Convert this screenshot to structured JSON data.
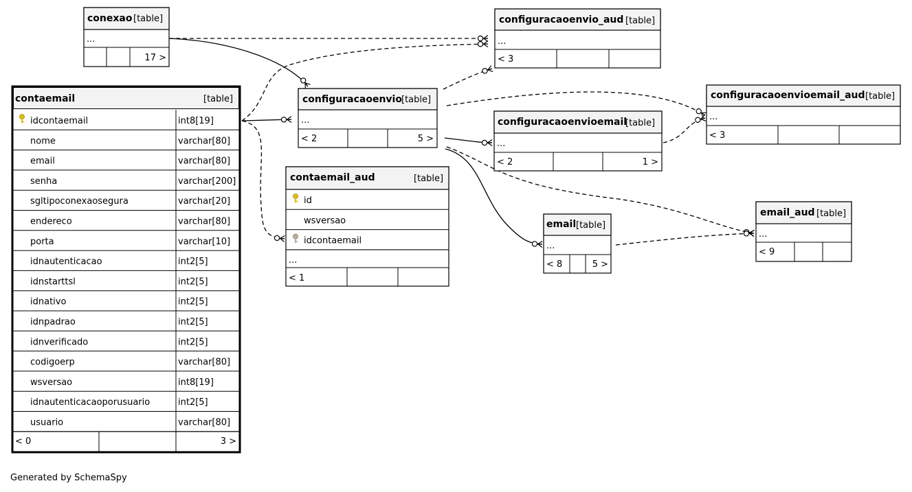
{
  "footer": "Generated by SchemaSpy",
  "tables": {
    "conexao": {
      "name": "conexao",
      "tag": "[table]",
      "ellipsis": "...",
      "counts": [
        "",
        "",
        "17 >"
      ]
    },
    "configuracaoenvio_aud": {
      "name": "configuracaoenvio_aud",
      "tag": "[table]",
      "ellipsis": "...",
      "counts": [
        "< 3",
        "",
        ""
      ]
    },
    "contaemail": {
      "name": "contaemail",
      "tag": "[table]",
      "columns": [
        {
          "name": "idcontaemail",
          "type": "int8[19]",
          "key": "primary"
        },
        {
          "name": "nome",
          "type": "varchar[80]"
        },
        {
          "name": "email",
          "type": "varchar[80]"
        },
        {
          "name": "senha",
          "type": "varchar[200]"
        },
        {
          "name": "sgltipoconexaosegura",
          "type": "varchar[20]"
        },
        {
          "name": "endereco",
          "type": "varchar[80]"
        },
        {
          "name": "porta",
          "type": "varchar[10]"
        },
        {
          "name": "idnautenticacao",
          "type": "int2[5]"
        },
        {
          "name": "idnstarttsl",
          "type": "int2[5]"
        },
        {
          "name": "idnativo",
          "type": "int2[5]"
        },
        {
          "name": "idnpadrao",
          "type": "int2[5]"
        },
        {
          "name": "idnverificado",
          "type": "int2[5]"
        },
        {
          "name": "codigoerp",
          "type": "varchar[80]"
        },
        {
          "name": "wsversao",
          "type": "int8[19]"
        },
        {
          "name": "idnautenticacaoporusuario",
          "type": "int2[5]"
        },
        {
          "name": "usuario",
          "type": "varchar[80]"
        }
      ],
      "counts": [
        "< 0",
        "",
        "3 >"
      ]
    },
    "configuracaoenvio": {
      "name": "configuracaoenvio",
      "tag": "[table]",
      "ellipsis": "...",
      "counts": [
        "< 2",
        "",
        "5 >"
      ]
    },
    "configuracaoenvioemail_aud": {
      "name": "configuracaoenvioemail_aud",
      "tag": "[table]",
      "ellipsis": "...",
      "counts": [
        "< 3",
        "",
        ""
      ]
    },
    "configuracaoenvioemail": {
      "name": "configuracaoenvioemail",
      "tag": "[table]",
      "ellipsis": "...",
      "counts": [
        "< 2",
        "",
        "1 >"
      ]
    },
    "contaemail_aud": {
      "name": "contaemail_aud",
      "tag": "[table]",
      "columns": [
        {
          "name": "id",
          "key": "primary"
        },
        {
          "name": "wsversao"
        },
        {
          "name": "idcontaemail",
          "key": "foreign"
        }
      ],
      "ellipsis": "...",
      "counts": [
        "< 1",
        "",
        ""
      ]
    },
    "email": {
      "name": "email",
      "tag": "[table]",
      "ellipsis": "...",
      "counts": [
        "< 8",
        "",
        "5 >"
      ]
    },
    "email_aud": {
      "name": "email_aud",
      "tag": "[table]",
      "ellipsis": "...",
      "counts": [
        "< 9",
        "",
        ""
      ]
    }
  },
  "colors": {
    "header": "#f3f3f3",
    "border": "#000000",
    "primary_key": "#e0c000",
    "foreign_key": "#b0b0b0"
  }
}
